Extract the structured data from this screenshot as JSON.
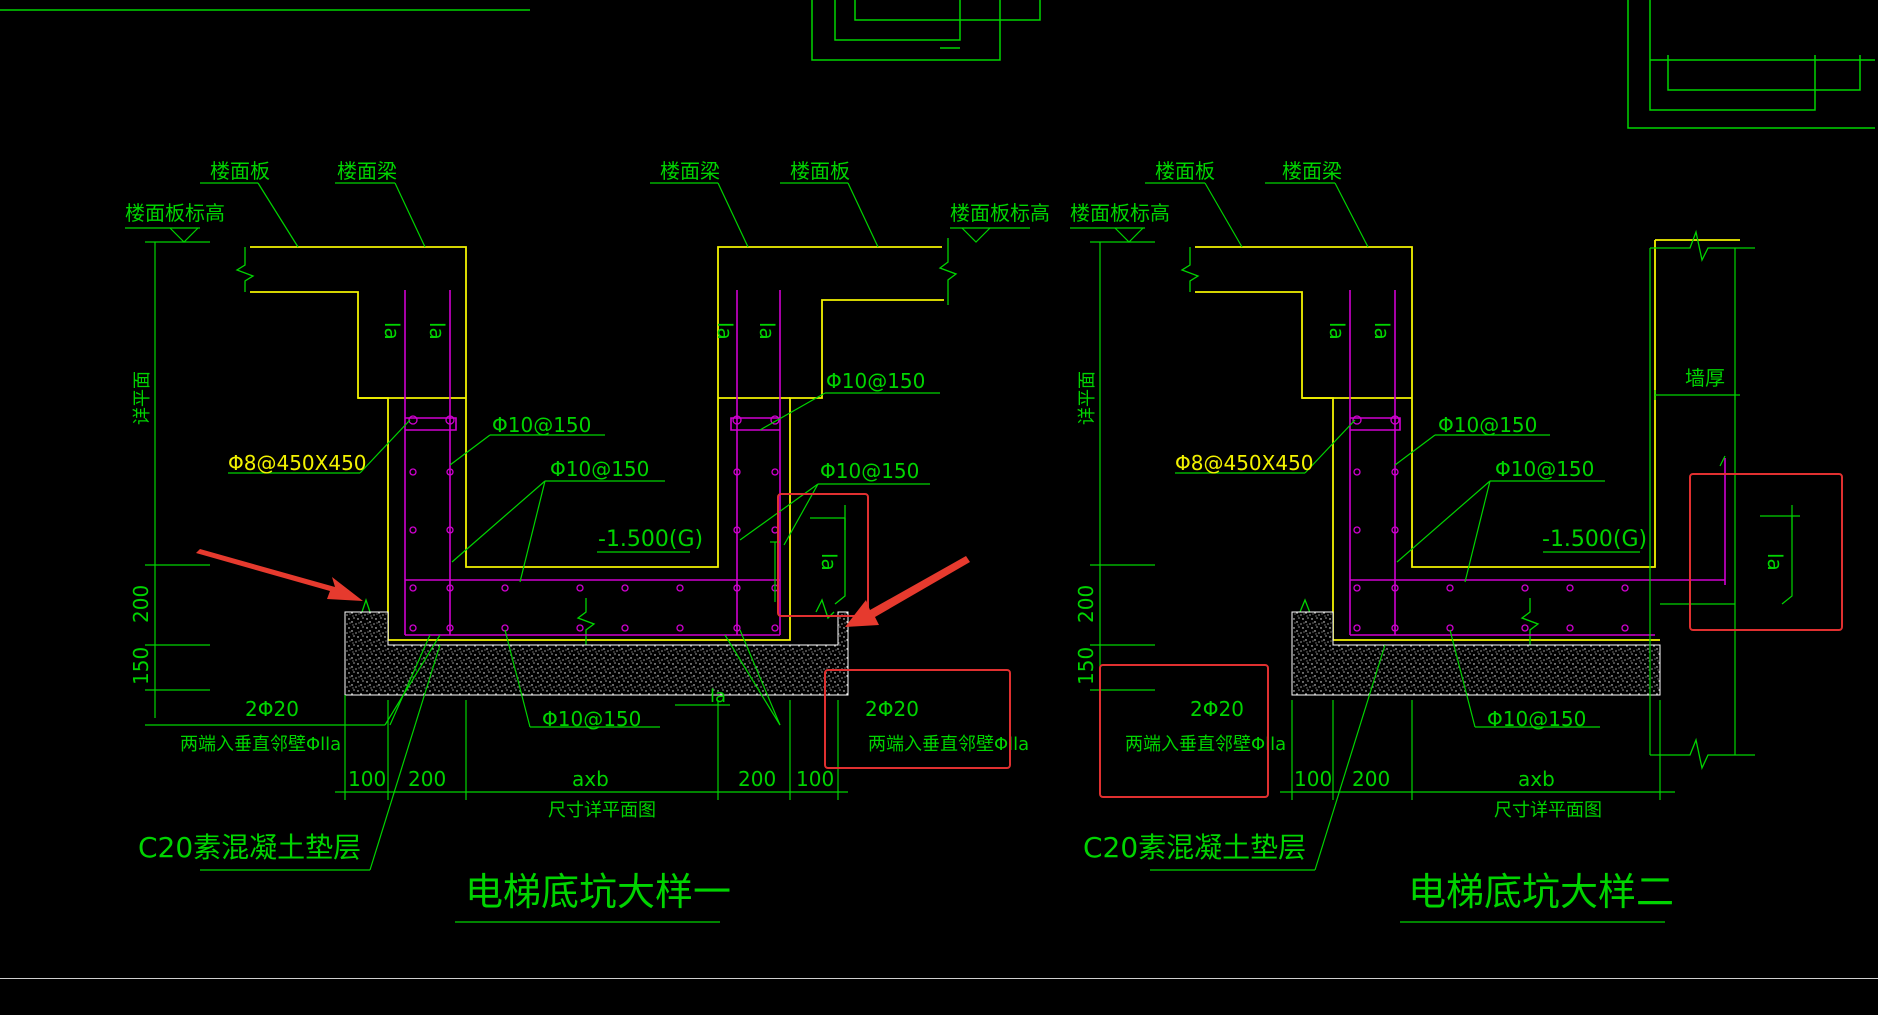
{
  "colors": {
    "background": "#000000",
    "green": "#00d400",
    "yellow": "#f2f200",
    "magenta": "#d000d0",
    "red_highlight": "#e03030",
    "arrow": "#e63a2e",
    "white": "#ffffff"
  },
  "detail_one": {
    "title": "电梯底坑大样一",
    "label_floor_slab_left": "楼面板",
    "label_floor_beam_left": "楼面梁",
    "label_floor_beam_right": "楼面梁",
    "label_floor_slab_right": "楼面板",
    "label_slab_elev_left": "楼面板标高",
    "label_slab_elev_right": "楼面板标高",
    "label_side_vertical": "详平面",
    "label_haunch": "Φ8@450X450",
    "label_rebar_top_left": "Φ10@150",
    "label_rebar_mid": "Φ10@150",
    "label_rebar_top_right": "Φ10@150",
    "label_rebar_right": "Φ10@150",
    "label_rebar_bottom": "Φ10@150",
    "label_elevation": "-1.500(G)",
    "label_la_1": "la",
    "label_la_2": "la",
    "label_la_3": "la",
    "label_la_4": "la",
    "label_la_box": "la",
    "label_la_bottom": "la",
    "label_dim_200": "200",
    "label_dim_150": "150",
    "label_bars_left": "2Φ20",
    "label_bars_left_note": "两端入垂直邻壁Φlla",
    "label_bars_right": "2Φ20",
    "label_bars_right_note": "两端入垂直邻壁Φlla",
    "dim_100_left": "100",
    "dim_200_left": "200",
    "dim_axb": "axb",
    "dim_200_right": "200",
    "dim_100_right": "100",
    "dim_note": "尺寸详平面图",
    "label_concrete": "C20素混凝土垫层"
  },
  "detail_two": {
    "title": "电梯底坑大样二",
    "label_floor_slab": "楼面板",
    "label_floor_beam": "楼面梁",
    "label_slab_elev": "楼面板标高",
    "label_side_vertical": "详平面",
    "label_wall_thickness": "墙厚",
    "label_haunch": "Φ8@450X450",
    "label_rebar_top": "Φ10@150",
    "label_rebar_mid": "Φ10@150",
    "label_rebar_bottom": "Φ10@150",
    "label_elevation": "-1.500(G)",
    "label_la_1": "la",
    "label_la_2": "la",
    "label_la_box": "la",
    "label_dim_200": "200",
    "label_dim_150": "150",
    "label_bars": "2Φ20",
    "label_bars_note": "两端入垂直邻壁Φlla",
    "dim_100": "100",
    "dim_200": "200",
    "dim_axb": "axb",
    "dim_note": "尺寸详平面图",
    "label_concrete": "C20素混凝土垫层"
  }
}
